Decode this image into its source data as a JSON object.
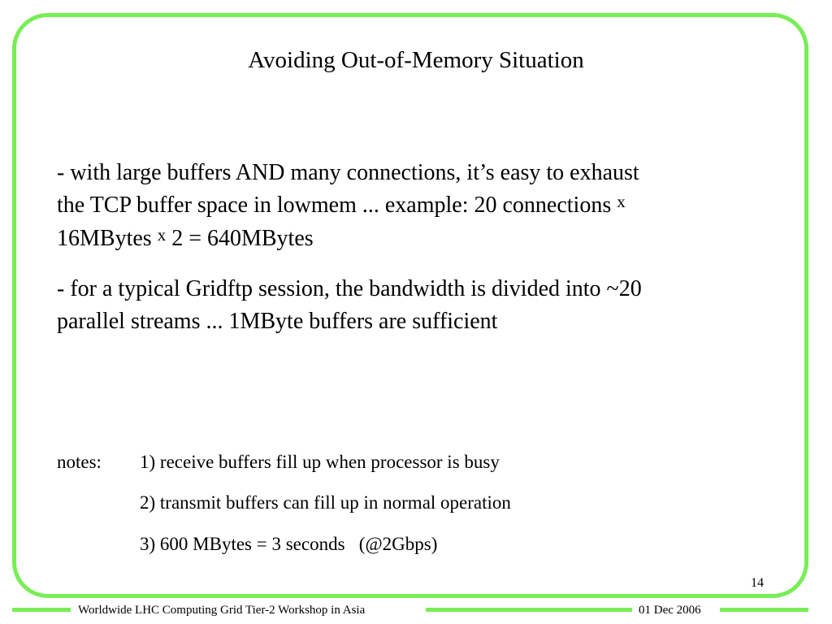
{
  "slide": {
    "title": "Avoiding Out-of-Memory Situation",
    "bullet_1": {
      "line_1": "- with large buffers AND many connections, it’s easy to exhaust",
      "line_2_text": "the TCP buffer space in lowmem ... example: 20 connections ",
      "line_2_times": "x",
      "line_3_prefix": "16MBytes ",
      "line_3_times": "x",
      "line_3_suffix": " 2 = 640MBytes"
    },
    "bullet_2": {
      "line_1": "- for a typical Gridftp session, the bandwidth is divided into ~20",
      "line_2": "parallel streams ... 1MByte buffers are sufficient"
    },
    "notes": {
      "label": "notes:",
      "items": [
        "1) receive buffers fill up when processor is busy",
        "2) transmit buffers can fill up in normal operation",
        "3) 600 MBytes = 3 seconds   (@2Gbps)"
      ]
    },
    "page_number": "14"
  },
  "footer": {
    "left_text": "Worldwide LHC Computing Grid Tier-2 Workshop in Asia",
    "right_text": "01 Dec 2006"
  },
  "colors": {
    "frame": "#77ee55",
    "text": "#000000",
    "background": "#ffffff"
  }
}
